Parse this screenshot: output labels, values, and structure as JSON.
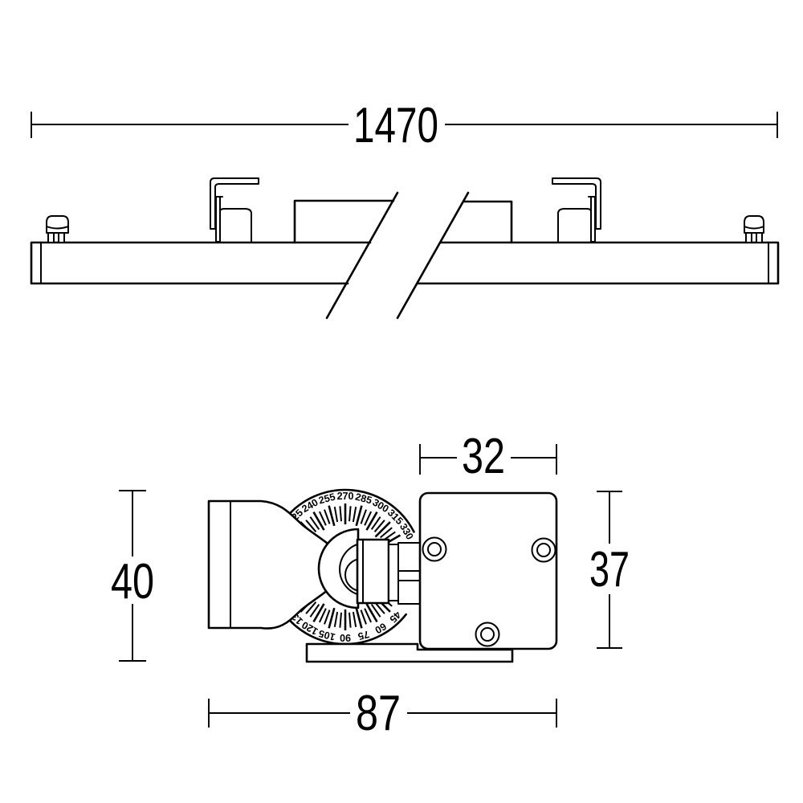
{
  "drawing": {
    "background": "#ffffff",
    "line_color": "#000000",
    "description": "technical dimension drawing of a track light profile with adjustable spotlight head"
  },
  "top_view": {
    "dimension_length": "1470"
  },
  "detail_view": {
    "dimension_width_top": "32",
    "dimension_height_right": "37",
    "dimension_height_left": "40",
    "dimension_length_bottom": "87",
    "protractor": {
      "tick_step": 5,
      "top_tick_range": [
        220,
        330
      ],
      "bottom_tick_range": [
        40,
        140
      ],
      "top_labels": [
        "225",
        "240",
        "255",
        "270",
        "285",
        "300",
        "315",
        "330"
      ],
      "bottom_labels": [
        "135",
        "120",
        "105",
        "90",
        "75",
        "60",
        "45"
      ]
    }
  }
}
